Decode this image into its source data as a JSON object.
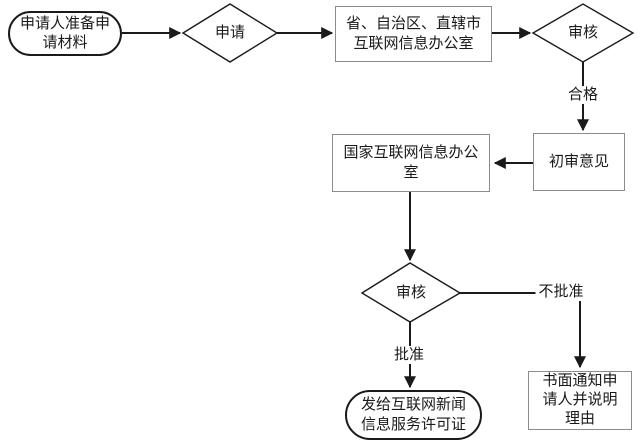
{
  "diagram": {
    "type": "flowchart",
    "language": "zh-CN",
    "nodes": {
      "start": {
        "shape": "stadium",
        "text": "申请人准备申\n请材料"
      },
      "apply": {
        "shape": "diamond",
        "text": "申请"
      },
      "provincial_office": {
        "shape": "rect",
        "text": "省、自治区、直辖市\n互联网信息办公室"
      },
      "review_first": {
        "shape": "diamond",
        "text": "审核"
      },
      "preliminary_opinion": {
        "shape": "rect",
        "text": "初审意见"
      },
      "state_office": {
        "shape": "rect",
        "text": "国家互联网信息办公\n室"
      },
      "review_final": {
        "shape": "diamond",
        "text": "审核"
      },
      "written_notice": {
        "shape": "rect",
        "text": "书面通知申\n请人并说明\n理由"
      },
      "license": {
        "shape": "stadium",
        "text": "发给互联网新闻\n信息服务许可证"
      }
    },
    "edge_labels": {
      "qualified": "合格",
      "approved": "批准",
      "not_approved": "不批准"
    },
    "colors": {
      "background": "#ffffff",
      "line": "#1a1a1a",
      "box_border": "#8c8c8c",
      "text": "#1a1a1a"
    }
  }
}
